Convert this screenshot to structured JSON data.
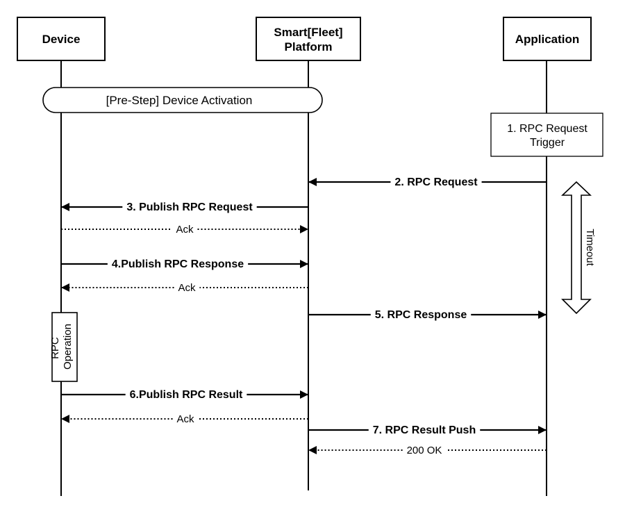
{
  "actors": {
    "device": {
      "label": "Device"
    },
    "platform": {
      "label_line1": "Smart[Fleet]",
      "label_line2": "Platform"
    },
    "application": {
      "label": "Application"
    }
  },
  "pre_step": {
    "tag": "[Pre-Step]",
    "label": "Device Activation"
  },
  "notes": {
    "trigger": {
      "line1": "1. RPC Request",
      "line2": "Trigger"
    },
    "rpc_operation": {
      "line1": "RPC",
      "line2": "Operation"
    },
    "timeout": "Timeout"
  },
  "messages": [
    {
      "id": "m2",
      "label": "2. RPC Request",
      "from": "application",
      "to": "platform",
      "style": "solid",
      "bold": true
    },
    {
      "id": "m3",
      "label": "3. Publish RPC Request",
      "from": "platform",
      "to": "device",
      "style": "solid",
      "bold": true
    },
    {
      "id": "m3a",
      "label": "Ack",
      "from": "device",
      "to": "platform",
      "style": "dotted",
      "bold": false
    },
    {
      "id": "m4",
      "label": "4.Publish RPC Response",
      "from": "device",
      "to": "platform",
      "style": "solid",
      "bold": true
    },
    {
      "id": "m4a",
      "label": "Ack",
      "from": "platform",
      "to": "device",
      "style": "dotted",
      "bold": false
    },
    {
      "id": "m5",
      "label": "5. RPC Response",
      "from": "platform",
      "to": "application",
      "style": "solid",
      "bold": true
    },
    {
      "id": "m6",
      "label": "6.Publish RPC Result",
      "from": "device",
      "to": "platform",
      "style": "solid",
      "bold": true
    },
    {
      "id": "m6a",
      "label": "Ack",
      "from": "platform",
      "to": "device",
      "style": "dotted",
      "bold": false
    },
    {
      "id": "m7",
      "label": "7. RPC Result Push",
      "from": "platform",
      "to": "application",
      "style": "solid",
      "bold": true
    },
    {
      "id": "m7a",
      "label": "200 OK",
      "from": "application",
      "to": "platform",
      "style": "dotted",
      "bold": false
    }
  ]
}
